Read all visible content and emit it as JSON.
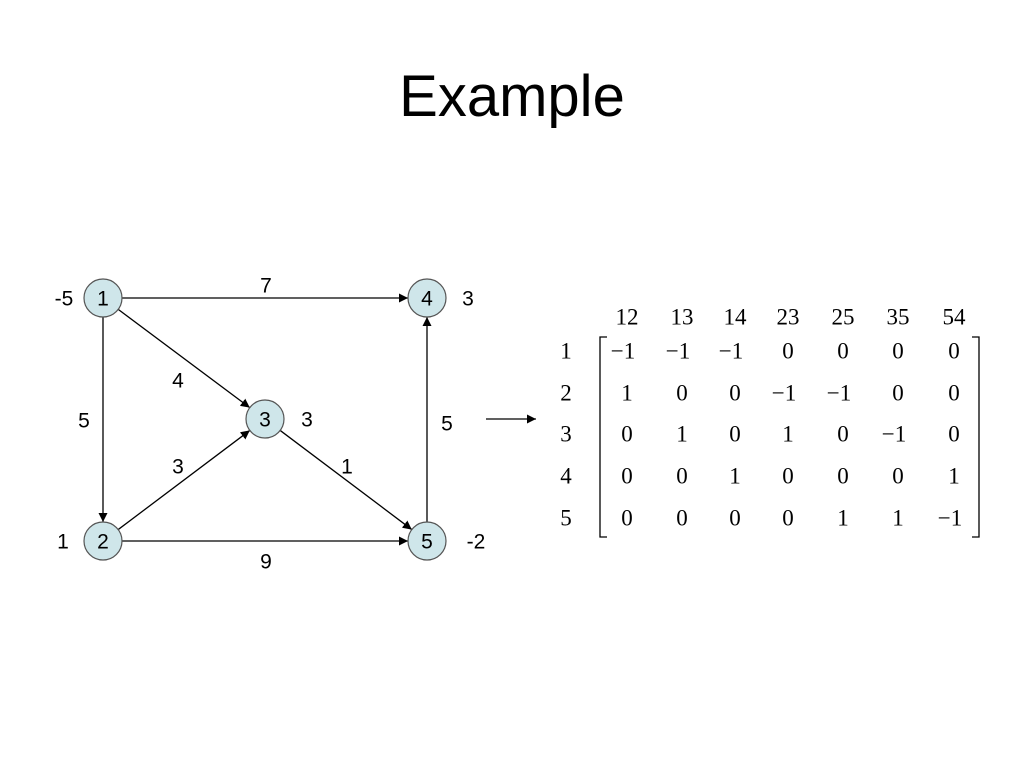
{
  "slide": {
    "title": "Example"
  },
  "graph": {
    "nodes": [
      {
        "id": "1",
        "supply": "-5"
      },
      {
        "id": "2",
        "supply": "1"
      },
      {
        "id": "3",
        "supply": "3"
      },
      {
        "id": "4",
        "supply": "3"
      },
      {
        "id": "5",
        "supply": "-2"
      }
    ],
    "edges": [
      {
        "from": "1",
        "to": "4",
        "weight": "7"
      },
      {
        "from": "1",
        "to": "3",
        "weight": "4"
      },
      {
        "from": "1",
        "to": "2",
        "weight": "5"
      },
      {
        "from": "2",
        "to": "3",
        "weight": "3"
      },
      {
        "from": "2",
        "to": "5",
        "weight": "9"
      },
      {
        "from": "3",
        "to": "5",
        "weight": "1"
      },
      {
        "from": "5",
        "to": "4",
        "weight": "5"
      }
    ],
    "node_fill": "#cfe6ea",
    "node_stroke": "#555555"
  },
  "matrix": {
    "column_labels": [
      "12",
      "13",
      "14",
      "23",
      "25",
      "35",
      "54"
    ],
    "row_labels": [
      "1",
      "2",
      "3",
      "4",
      "5"
    ],
    "rows": [
      [
        "−1",
        "−1",
        "−1",
        "0",
        "0",
        "0",
        "0"
      ],
      [
        "1",
        "0",
        "0",
        "−1",
        "−1",
        "0",
        "0"
      ],
      [
        "0",
        "1",
        "0",
        "1",
        "0",
        "−1",
        "0"
      ],
      [
        "0",
        "0",
        "1",
        "0",
        "0",
        "0",
        "1"
      ],
      [
        "0",
        "0",
        "0",
        "0",
        "1",
        "1",
        "−1"
      ]
    ]
  }
}
